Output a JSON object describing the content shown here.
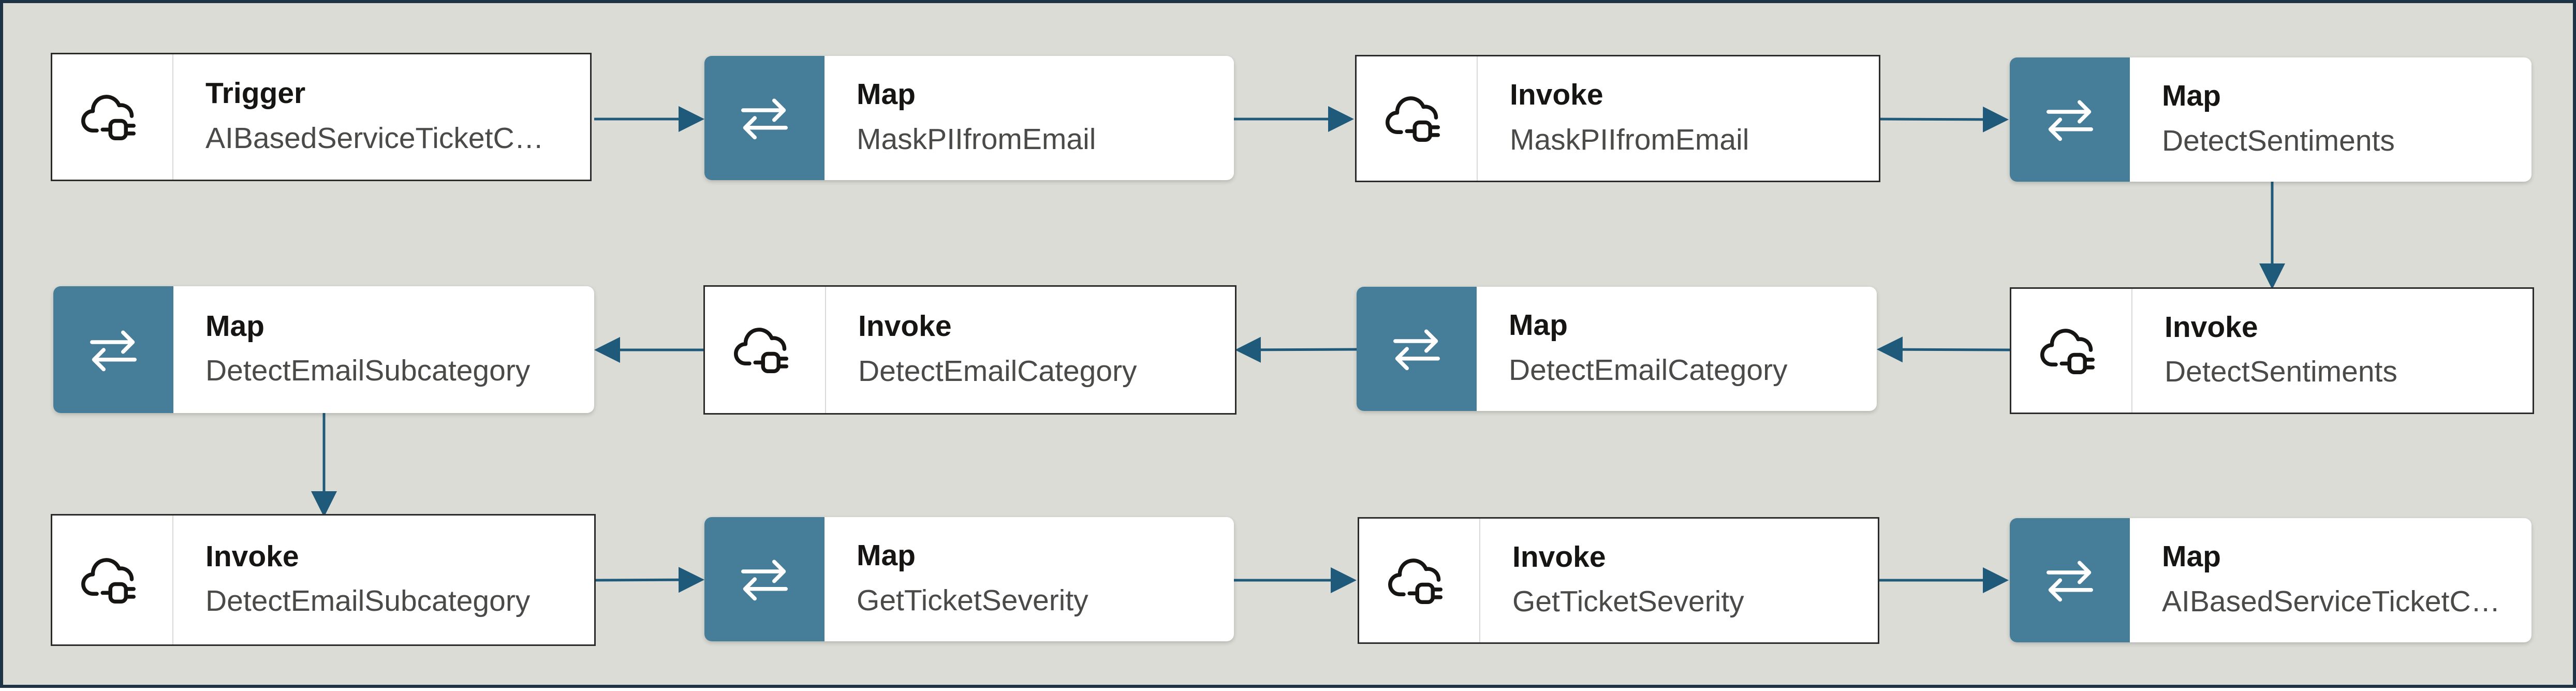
{
  "flow": {
    "nodes": [
      {
        "type_label": "Trigger",
        "name": "AIBasedServiceTicketC…",
        "kind": "trigger",
        "icon": "cloud-plug-icon"
      },
      {
        "type_label": "Map",
        "name": "MaskPIIfromEmail",
        "kind": "map",
        "icon": "swap-arrows-icon"
      },
      {
        "type_label": "Invoke",
        "name": "MaskPIIfromEmail",
        "kind": "invoke",
        "icon": "cloud-plug-icon"
      },
      {
        "type_label": "Map",
        "name": "DetectSentiments",
        "kind": "map",
        "icon": "swap-arrows-icon"
      },
      {
        "type_label": "Invoke",
        "name": "DetectSentiments",
        "kind": "invoke",
        "icon": "cloud-plug-icon"
      },
      {
        "type_label": "Map",
        "name": "DetectEmailCategory",
        "kind": "map",
        "icon": "swap-arrows-icon"
      },
      {
        "type_label": "Invoke",
        "name": "DetectEmailCategory",
        "kind": "invoke",
        "icon": "cloud-plug-icon"
      },
      {
        "type_label": "Map",
        "name": "DetectEmailSubcategory",
        "kind": "map",
        "icon": "swap-arrows-icon"
      },
      {
        "type_label": "Invoke",
        "name": "DetectEmailSubcategory",
        "kind": "invoke",
        "icon": "cloud-plug-icon"
      },
      {
        "type_label": "Map",
        "name": "GetTicketSeverity",
        "kind": "map",
        "icon": "swap-arrows-icon"
      },
      {
        "type_label": "Invoke",
        "name": "GetTicketSeverity",
        "kind": "invoke",
        "icon": "cloud-plug-icon"
      },
      {
        "type_label": "Map",
        "name": "AIBasedServiceTicketC…",
        "kind": "map",
        "icon": "swap-arrows-icon"
      }
    ]
  },
  "colors": {
    "accent": "#467d99",
    "connector": "#1f5a7a",
    "canvas": "#dcdcd6",
    "frame": "#1f3347"
  }
}
